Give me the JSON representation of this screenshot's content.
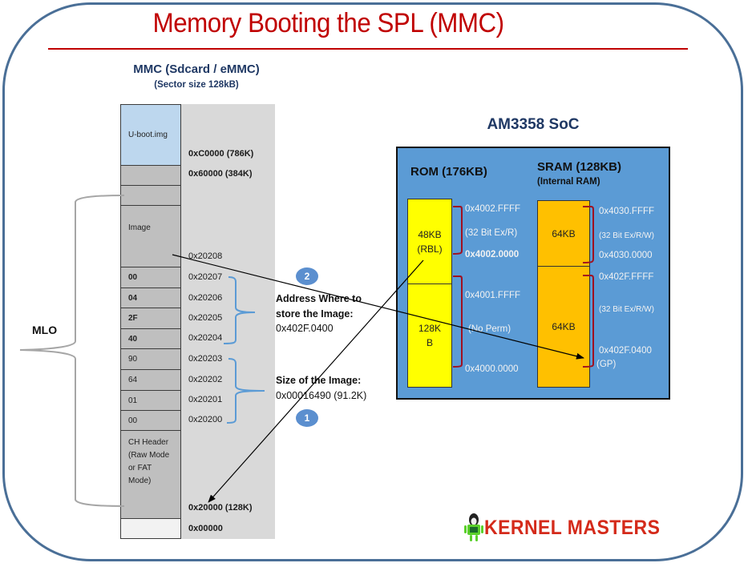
{
  "title": "Memory Booting the SPL (MMC)",
  "mmc": {
    "title": "MMC (Sdcard / eMMC)",
    "subtitle": "(Sector size 128kB)",
    "cells": [
      {
        "label": "U-boot.img",
        "kind": "uboot"
      },
      {
        "label": "",
        "kind": "gray"
      },
      {
        "label": "",
        "kind": "gray"
      },
      {
        "label": "Image",
        "kind": "gray"
      },
      {
        "label": "00",
        "kind": "byte"
      },
      {
        "label": "04",
        "kind": "byte"
      },
      {
        "label": "2F",
        "kind": "byte"
      },
      {
        "label": "40",
        "kind": "byte"
      },
      {
        "label": "90",
        "kind": "byte"
      },
      {
        "label": "64",
        "kind": "byte"
      },
      {
        "label": "01",
        "kind": "byte"
      },
      {
        "label": "00",
        "kind": "byte"
      },
      {
        "label": "CH Header (Raw Mode or FAT Mode)",
        "kind": "gray"
      },
      {
        "label": "",
        "kind": "empty"
      }
    ],
    "addresses": [
      {
        "text": "0xC0000 (786K)",
        "bold": true
      },
      {
        "text": "0x60000 (384K)",
        "bold": true
      },
      {
        "text": "0x20208",
        "bold": false
      },
      {
        "text": "0x20207",
        "bold": false
      },
      {
        "text": "0x20206",
        "bold": false
      },
      {
        "text": "0x20205",
        "bold": false
      },
      {
        "text": "0x20204",
        "bold": false
      },
      {
        "text": "0x20203",
        "bold": false
      },
      {
        "text": "0x20202",
        "bold": false
      },
      {
        "text": "0x20201",
        "bold": false
      },
      {
        "text": "0x20200",
        "bold": false
      },
      {
        "text": "0x20000 (128K)",
        "bold": true
      },
      {
        "text": "0x00000",
        "bold": true
      }
    ],
    "mlo_label": "MLO"
  },
  "annotations": {
    "step2_badge": "2",
    "step1_badge": "1",
    "address_heading_line1": "Address Where to",
    "address_heading_line2": "store the Image:",
    "address_value": "0x402F.0400",
    "size_heading": "Size of the Image:",
    "size_value": "0x00016490 (91.2K)"
  },
  "soc": {
    "title": "AM3358 SoC",
    "rom": {
      "heading": "ROM (176KB)",
      "upper_block": "48KB (RBL)",
      "lower_block": "128K B",
      "labels": {
        "upper_top": "0x4002.FFFF",
        "upper_perm": "(32 Bit Ex/R)",
        "upper_bottom": "0x4002.0000",
        "lower_top": "0x4001.FFFF",
        "lower_perm": "(No Perm)",
        "lower_bottom": "0x4000.0000"
      }
    },
    "sram": {
      "heading": "SRAM (128KB)",
      "subheading": "(Internal RAM)",
      "upper_block": "64KB",
      "lower_block": "64KB",
      "labels": {
        "upper_top": "0x4030.FFFF",
        "upper_perm": "(32 Bit Ex/R/W)",
        "upper_bottom": "0x4030.0000",
        "lower_top": "0x402F.FFFF",
        "lower_perm": "(32 Bit Ex/R/W)",
        "lower_bottom": "0x402F.0400",
        "lower_bottom_note": "(GP)"
      }
    }
  },
  "colors": {
    "title_red": "#c00000",
    "frame_blue": "#4a6f97",
    "soc_blue": "#5b9bd5",
    "rom_yellow": "#ffff00",
    "sram_orange": "#ffc000",
    "uboot_blue": "#bdd7ee",
    "bracket_red": "#a01020",
    "logo_red": "#d42a1a"
  },
  "logo": {
    "text": "KERNEL MASTERS",
    "icon": "tux-penguin-android-icon"
  }
}
